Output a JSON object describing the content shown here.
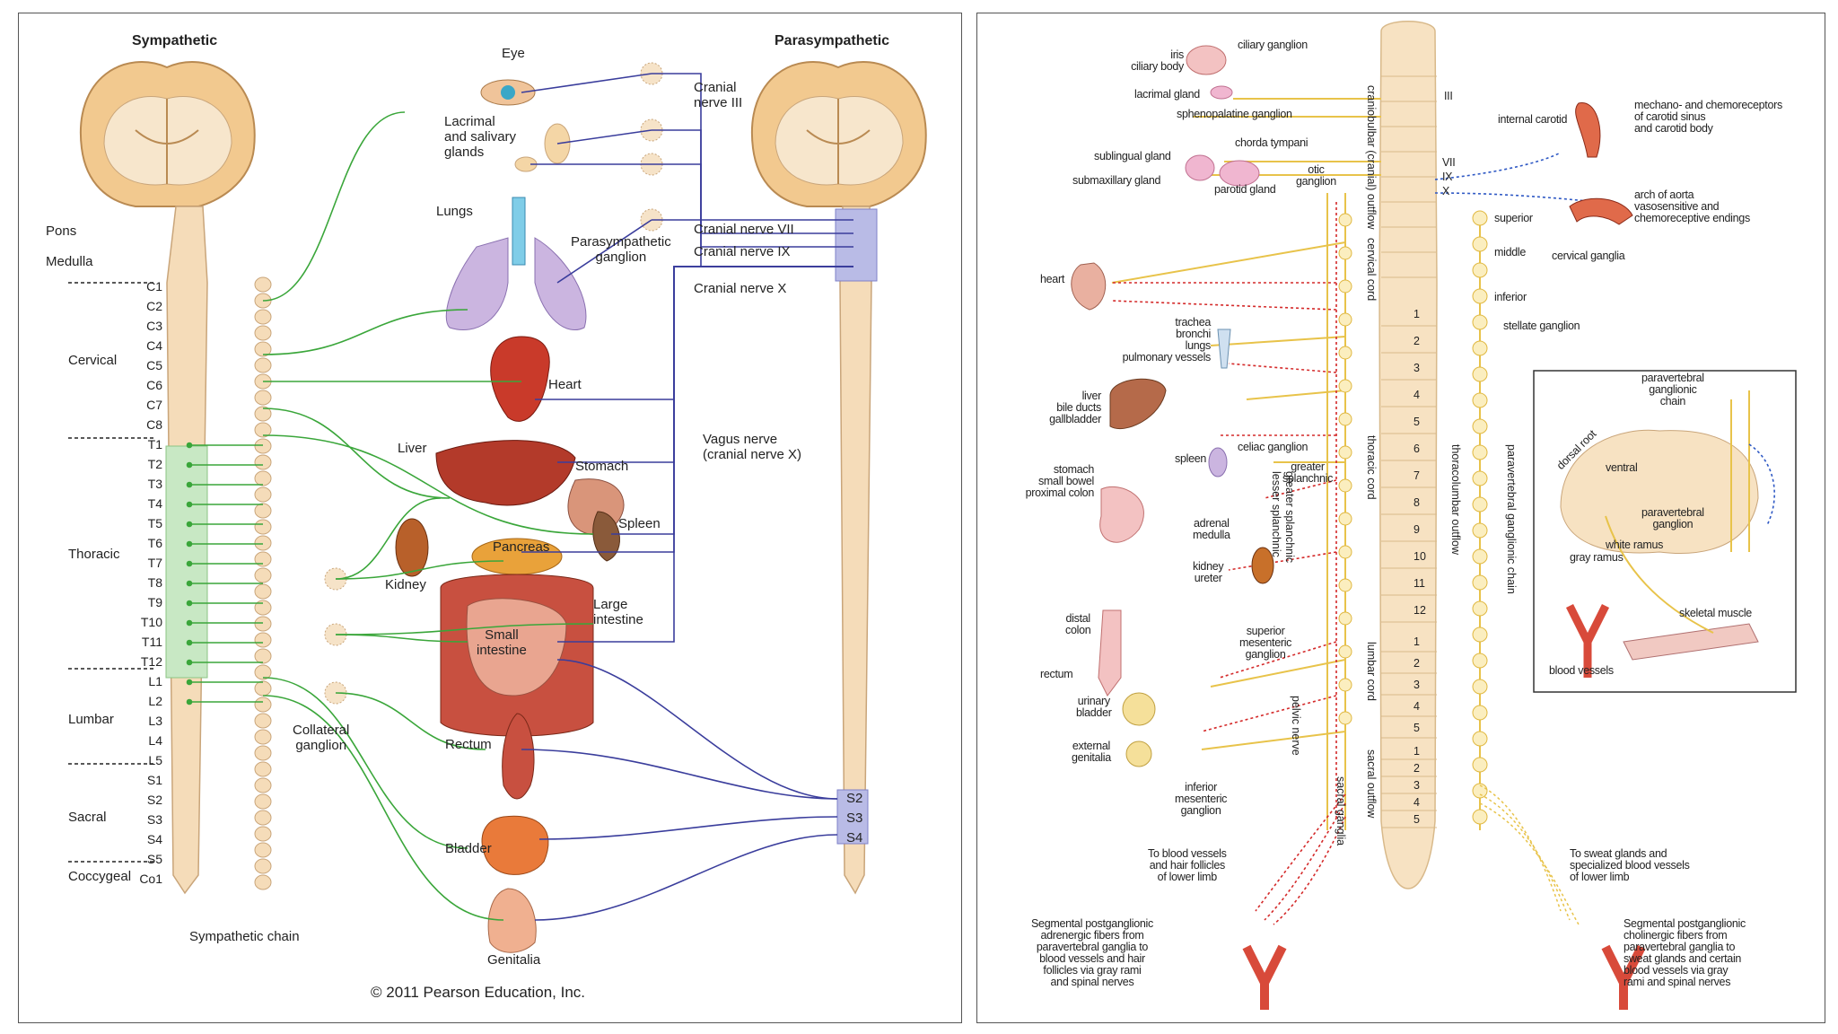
{
  "colors": {
    "sympathetic": "#3aa63a",
    "parasympathetic": "#3a3d9c",
    "cord_tan": "#f5dcb9",
    "cord_outline": "#c9a57a",
    "brain_gray": "#e8c99a",
    "thoracic_green": "#c8e8c4",
    "para_lavender": "#b9bbe6",
    "right_yellow": "#e8c34a",
    "right_red": "#d42a2a",
    "right_blue": "#2e58c4"
  },
  "left": {
    "title_sym": "Sympathetic",
    "title_para": "Parasympathetic",
    "pons": "Pons",
    "medulla": "Medulla",
    "regions": [
      "Cervical",
      "Thoracic",
      "Lumbar",
      "Sacral",
      "Coccygeal"
    ],
    "segments": [
      "C1",
      "C2",
      "C3",
      "C4",
      "C5",
      "C6",
      "C7",
      "C8",
      "T1",
      "T2",
      "T3",
      "T4",
      "T5",
      "T6",
      "T7",
      "T8",
      "T9",
      "T10",
      "T11",
      "T12",
      "L1",
      "L2",
      "L3",
      "L4",
      "L5",
      "S1",
      "S2",
      "S3",
      "S4",
      "S5",
      "Co1"
    ],
    "organs": {
      "eye": "Eye",
      "lacrimal": "Lacrimal\nand salivary\nglands",
      "lungs": "Lungs",
      "heart": "Heart",
      "liver": "Liver",
      "stomach": "Stomach",
      "spleen": "Spleen",
      "pancreas": "Pancreas",
      "kidney": "Kidney",
      "small_intestine": "Small\nintestine",
      "large_intestine": "Large\nintestine",
      "rectum": "Rectum",
      "bladder": "Bladder",
      "genitalia": "Genitalia"
    },
    "nerves": {
      "cn3": "Cranial\nnerve III",
      "cn7": "Cranial nerve VII",
      "cn9": "Cranial nerve IX",
      "cn10": "Cranial nerve X",
      "vagus": "Vagus nerve\n(cranial nerve X)",
      "para_ganglion": "Parasympathetic\nganglion",
      "collateral": "Collateral\nganglion",
      "sym_chain": "Sympathetic chain"
    },
    "sacral_para": [
      "S2",
      "S3",
      "S4"
    ],
    "copyright": "© 2011 Pearson Education, Inc."
  },
  "right": {
    "cranial_roman": [
      "III",
      "VII",
      "IX",
      "X"
    ],
    "outflow_craniobulbar": "craniobulbar (cranial) outflow",
    "cervical_cord": "cervical cord",
    "thoracic_cord": "thoracic cord",
    "lumbar_cord": "lumbar cord",
    "sacral_outflow": "sacral outflow",
    "sacral_ganglia": "sacral ganglia",
    "thoracolumbar_outflow": "thoracolumbar outflow",
    "paravertebral_chain_vert": "paravertebral ganglionic chain",
    "thoracic_nums": [
      "1",
      "2",
      "3",
      "4",
      "5",
      "6",
      "7",
      "8",
      "9",
      "10",
      "11",
      "12"
    ],
    "lumbar_nums": [
      "1",
      "2",
      "3",
      "4",
      "5"
    ],
    "sacral_nums": [
      "1",
      "2",
      "3",
      "4",
      "5"
    ],
    "left_labels": {
      "ciliary_ganglion": "ciliary ganglion",
      "iris": "iris\nciliary body",
      "lacrimal_gland": "lacrimal gland",
      "sphenopalatine": "sphenopalatine ganglion",
      "chorda": "chorda tympani",
      "sublingual": "sublingual gland",
      "submaxillary": "submaxillary gland",
      "parotid": "parotid gland",
      "otic": "otic\nganglion",
      "heart": "heart",
      "trachea": "trachea\nbronchi\nlungs\npulmonary vessels",
      "liver": "liver\nbile ducts\ngallbladder",
      "spleen": "spleen",
      "celiac": "celiac ganglion",
      "greater_splanchnic": "greater\nsplanchnic",
      "stomach": "stomach\nsmall bowel\nproximal colon",
      "adrenal": "adrenal\nmedulla",
      "kidney": "kidney\nureter",
      "lesser_splanchnic": "lesser splanchnic",
      "greater_splanchnic_vert": "greater splanchnic",
      "distal_colon": "distal\ncolon",
      "rectum": "rectum",
      "urinary_bladder": "urinary\nbladder",
      "external_genitalia": "external\ngenitalia",
      "sup_mesenteric": "superior\nmesenteric\nganglion",
      "inf_mesenteric": "inferior\nmesenteric\nganglion",
      "pelvic_nerve": "pelvic nerve",
      "to_blood_vessels": "To blood vessels\nand hair follicles\nof lower limb",
      "segmental_adrenergic": "Segmental postganglionic\nadrenergic fibers from\nparavertebral ganglia to\nblood vessels and hair\nfollicles via gray rami\nand spinal nerves"
    },
    "right_labels": {
      "internal_carotid": "internal carotid",
      "mechano": "mechano- and chemoreceptors\nof carotid sinus\nand carotid body",
      "arch": "arch of aorta\nvasosensitive and\nchemoreceptive endings",
      "superior": "superior",
      "middle": "middle",
      "inferior": "inferior",
      "cervical_ganglia": "cervical ganglia",
      "stellate": "stellate ganglion",
      "to_sweat": "To sweat glands and\nspecialized blood vessels\nof lower limb",
      "segmental_cholinergic": "Segmental postganglionic\ncholinergic fibers from\nparavertebral ganglia to\nsweat glands and certain\nblood vessels via gray\nrami and spinal nerves"
    },
    "inset": {
      "para_chain": "paravertebral\nganglionic\nchain",
      "dorsal_root": "dorsal root",
      "ventral": "ventral",
      "para_ganglion": "paravertebral\nganglion",
      "white_ramus": "white ramus",
      "gray_ramus": "gray ramus",
      "skeletal_muscle": "skeletal muscle",
      "blood_vessels": "blood vessels"
    }
  }
}
